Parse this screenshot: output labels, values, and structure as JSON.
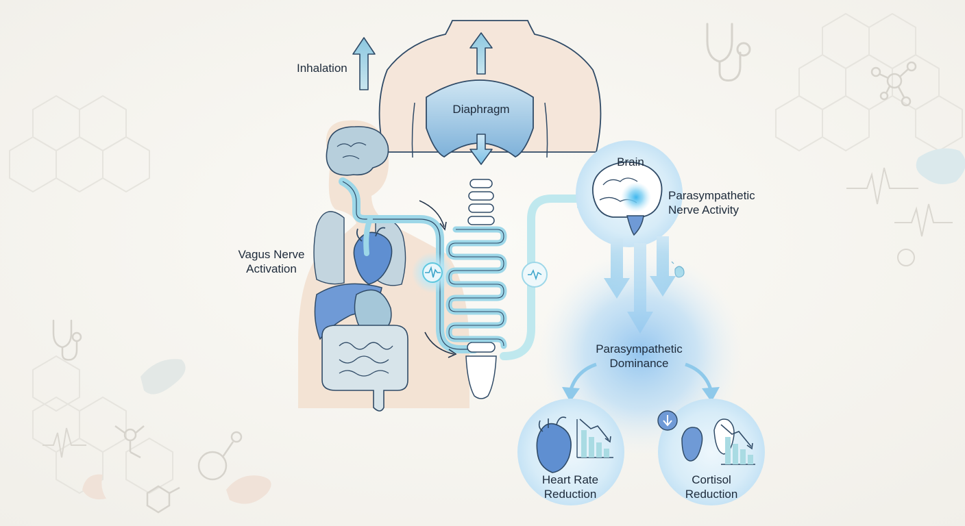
{
  "labels": {
    "inhalation": "Inhalation",
    "diaphragm": "Diaphragm",
    "vagus_line1": "Vagus Nerve",
    "vagus_line2": "Activation",
    "brain": "Brain",
    "para_activity_line1": "Parasympathetic",
    "para_activity_line2": "Nerve Activity",
    "para_dominance_line1": "Parasympathetic",
    "para_dominance_line2": "Dominance",
    "heart_line1": "Heart Rate",
    "heart_line2": "Reduction",
    "cortisol_line1": "Cortisol",
    "cortisol_line2": "Reduction"
  },
  "colors": {
    "background": "#f6f4ef",
    "skin": "#f2dfcf",
    "organ_blue": "#6f9ad6",
    "organ_light": "#b9d3e4",
    "nerve_cyan": "#5fc7de",
    "glow_blue": "#9fd0f0",
    "outline": "#2f4a66",
    "text": "#1d2a3a"
  },
  "icons": {
    "stethoscope_top_right": "stethoscope-icon",
    "molecule_top_right": "molecule-icon",
    "stethoscope_bottom_left": "stethoscope-icon",
    "molecule_bottom_left": "molecule-icon",
    "pulse_marker": "ecg-pulse-icon",
    "down_arrow_badge": "down-arrow-icon"
  }
}
